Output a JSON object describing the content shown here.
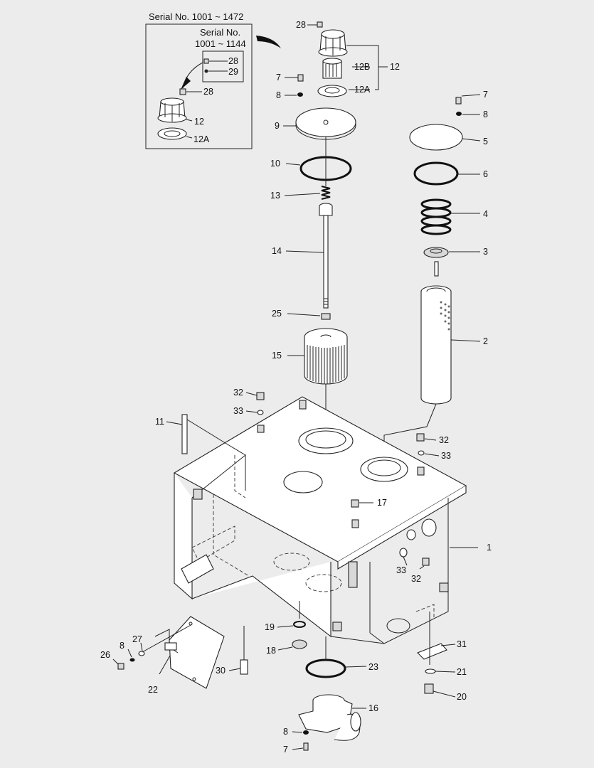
{
  "serial_box": {
    "outer": "Serial No. 1001 ~ 1472",
    "inner_line1": "Serial No.",
    "inner_line2": "1001 ~ 1144"
  },
  "callouts": [
    {
      "id": "c28a",
      "text": "28"
    },
    {
      "id": "c28b",
      "text": "28"
    },
    {
      "id": "c29",
      "text": "29"
    },
    {
      "id": "c28c",
      "text": "28"
    },
    {
      "id": "c12a",
      "text": "12"
    },
    {
      "id": "c12Aa",
      "text": "12A"
    },
    {
      "id": "c12B",
      "text": "12B"
    },
    {
      "id": "c12b",
      "text": "12"
    },
    {
      "id": "c12Ab",
      "text": "12A"
    },
    {
      "id": "c7a",
      "text": "7"
    },
    {
      "id": "c8a",
      "text": "8"
    },
    {
      "id": "c9",
      "text": "9"
    },
    {
      "id": "c7b",
      "text": "7"
    },
    {
      "id": "c8b",
      "text": "8"
    },
    {
      "id": "c5",
      "text": "5"
    },
    {
      "id": "c10",
      "text": "10"
    },
    {
      "id": "c6",
      "text": "6"
    },
    {
      "id": "c13",
      "text": "13"
    },
    {
      "id": "c4",
      "text": "4"
    },
    {
      "id": "c14",
      "text": "14"
    },
    {
      "id": "c3",
      "text": "3"
    },
    {
      "id": "c25",
      "text": "25"
    },
    {
      "id": "c2",
      "text": "2"
    },
    {
      "id": "c15",
      "text": "15"
    },
    {
      "id": "c32a",
      "text": "32"
    },
    {
      "id": "c33a",
      "text": "33"
    },
    {
      "id": "c11",
      "text": "11"
    },
    {
      "id": "c32b",
      "text": "32"
    },
    {
      "id": "c33b",
      "text": "33"
    },
    {
      "id": "c17",
      "text": "17"
    },
    {
      "id": "c1",
      "text": "1"
    },
    {
      "id": "c33c",
      "text": "33"
    },
    {
      "id": "c32c",
      "text": "32"
    },
    {
      "id": "c19",
      "text": "19"
    },
    {
      "id": "c27",
      "text": "27"
    },
    {
      "id": "c8c",
      "text": "8"
    },
    {
      "id": "c18",
      "text": "18"
    },
    {
      "id": "c31",
      "text": "31"
    },
    {
      "id": "c26",
      "text": "26"
    },
    {
      "id": "c23",
      "text": "23"
    },
    {
      "id": "c30",
      "text": "30"
    },
    {
      "id": "c21",
      "text": "21"
    },
    {
      "id": "c22",
      "text": "22"
    },
    {
      "id": "c20",
      "text": "20"
    },
    {
      "id": "c16",
      "text": "16"
    },
    {
      "id": "c8d",
      "text": "8"
    },
    {
      "id": "c7c",
      "text": "7"
    }
  ]
}
